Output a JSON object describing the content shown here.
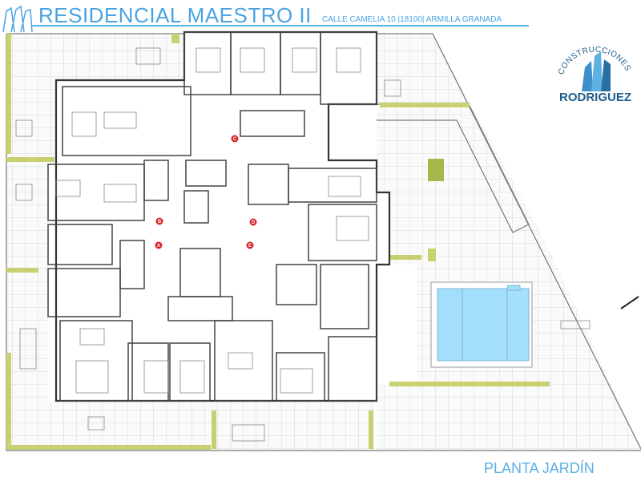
{
  "header": {
    "title": "RESIDENCIAL MAESTRO II",
    "address": "CALLE CAMELIA 10  |18100| ARMILLA  GRANADA"
  },
  "footer": {
    "subtitle": "PLANTA JARDÍN"
  },
  "logo": {
    "top_text": "CONSTRUCCIONES",
    "bottom_text": "RODRIGUEZ"
  },
  "markers": [
    "A",
    "B",
    "C",
    "D",
    "E"
  ],
  "colors": {
    "accent": "#4aa3e3",
    "pool": "#a3defa",
    "marker": "#d9262b",
    "hedge": "#c8d070"
  }
}
